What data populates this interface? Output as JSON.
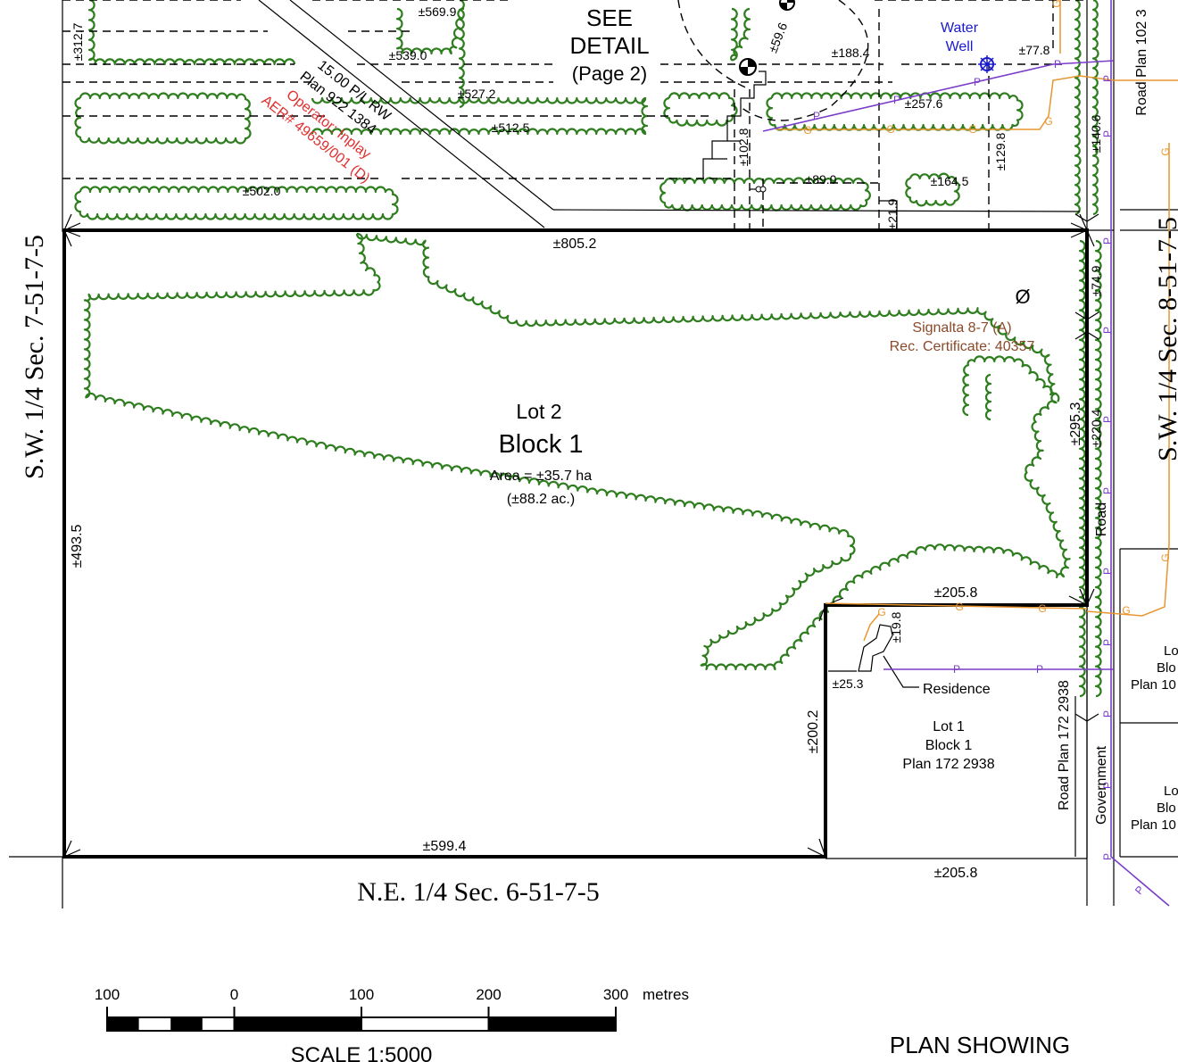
{
  "sections": {
    "sw_7": "S.W. 1/4 Sec. 7-51-7-5",
    "sw_8": "S.W. 1/4 Sec. 8-51-7-5",
    "ne_6": "N.E. 1/4 Sec. 6-51-7-5"
  },
  "detail": {
    "line1": "SEE",
    "line2": "DETAIL",
    "line3": "(Page 2)"
  },
  "water_well": {
    "line1": "Water",
    "line2": "Well",
    "color": "#1a1acc"
  },
  "pipeline_rw": {
    "line1": "15.00 P/L RW",
    "line2": "Plan 922 1384"
  },
  "operator": {
    "line1": "Operator: Inplay",
    "line2": "AER# 49659/001 (D)",
    "color": "#e03030"
  },
  "well_site": {
    "symbol": "Ø",
    "line1": "Signalta 8-7 (A)",
    "line2": "Rec. Certificate: 40357",
    "color": "#8a4a2a"
  },
  "lot2": {
    "lot": "Lot 2",
    "block": "Block 1",
    "area": "Area = ±35.7 ha",
    "area_ac": "(±88.2 ac.)"
  },
  "lot1": {
    "lot": "Lot 1",
    "block": "Block 1",
    "plan": "Plan 172 2938"
  },
  "residence": "Residence",
  "roads": {
    "road_plan_102": "Road Plan 102 3",
    "road_plan_172": "Road Plan 172 2938",
    "road": "Road",
    "government": "Government"
  },
  "right_lots": {
    "a": {
      "lot": "Lo",
      "block": "Blo",
      "plan": "Plan 10"
    },
    "b": {
      "lot": "Lo",
      "block": "Blo",
      "plan": "Plan 10"
    }
  },
  "dimensions": {
    "d569_9": "±569.9",
    "d539_0": "±539.0",
    "d527_2": "±527.2",
    "d512_5": "±512.5",
    "d502_0": "±502.0",
    "d312_7": "±312.7",
    "d188_4": "±188.4",
    "d77_8": "±77.8",
    "d257_6": "±257.6",
    "d59_6": "±59.6",
    "d102_8": "±102.8",
    "d129_8": "±129.8",
    "d140_6": "±140.6",
    "d89_0": "±89.0",
    "d164_5": "±164.5",
    "d21_9": "±21.9",
    "d805_2": "±805.2",
    "d74_9": "±74.9",
    "d295_3": "±295.3",
    "d220_4": "±220.4",
    "d493_5": "±493.5",
    "d205_8_top": "±205.8",
    "d19_8": "±19.8",
    "d25_3": "±25.3",
    "d200_2": "±200.2",
    "d599_4": "±599.4",
    "d205_8_bottom": "±205.8"
  },
  "utility_codes": {
    "power": "P",
    "gas": "G"
  },
  "utility_colors": {
    "power": "#7a3cc9",
    "gas": "#e8962f",
    "tree_line": "#2e7d1e"
  },
  "scale_bar": {
    "ticks": [
      "100",
      "0",
      "100",
      "200",
      "300"
    ],
    "unit": "metres",
    "title": "SCALE 1:5000"
  },
  "plan_title": "PLAN SHOWING"
}
